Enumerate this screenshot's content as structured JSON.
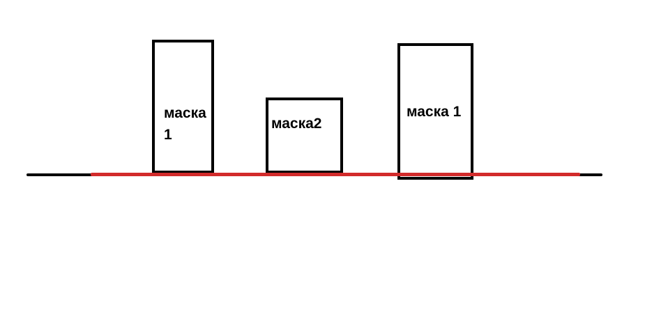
{
  "diagram": {
    "colors": {
      "background": "#ffffff",
      "outline": "#000000",
      "red_line": "#d22b2b"
    },
    "boxes": [
      {
        "label": "маска 1"
      },
      {
        "label": "маска2"
      },
      {
        "label": "маска 1"
      }
    ]
  }
}
